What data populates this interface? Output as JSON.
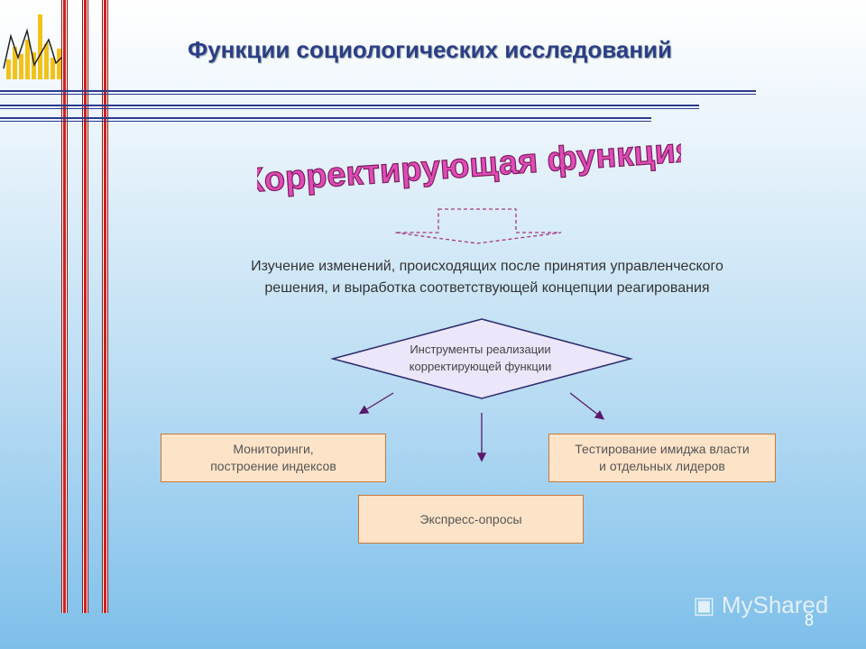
{
  "slide": {
    "title": "Функции социологических исследований",
    "subtitle": "Корректирующая функция",
    "description_line1": "Изучение изменений, происходящих после принятия управленческого",
    "description_line2": "решения, и выработка соответствующей концепции реагирования",
    "diamond_line1": "Инструменты реализации",
    "diamond_line2": "корректирующей функции",
    "box_left_line1": "Мониторинги,",
    "box_left_line2": "построение индексов",
    "box_right_line1": "Тестирование имиджа власти",
    "box_right_line2": "и отдельных лидеров",
    "box_bottom": "Экспресс-опросы",
    "page_number": "8",
    "watermark": "MyShared"
  },
  "colors": {
    "title": "#2c3e86",
    "wordart_fill": "#e04bb6",
    "box_fill": "#fde3c8",
    "box_border": "#c9783a",
    "arrow": "#5a1a6a",
    "diamond_fill": "#ece6fa"
  }
}
